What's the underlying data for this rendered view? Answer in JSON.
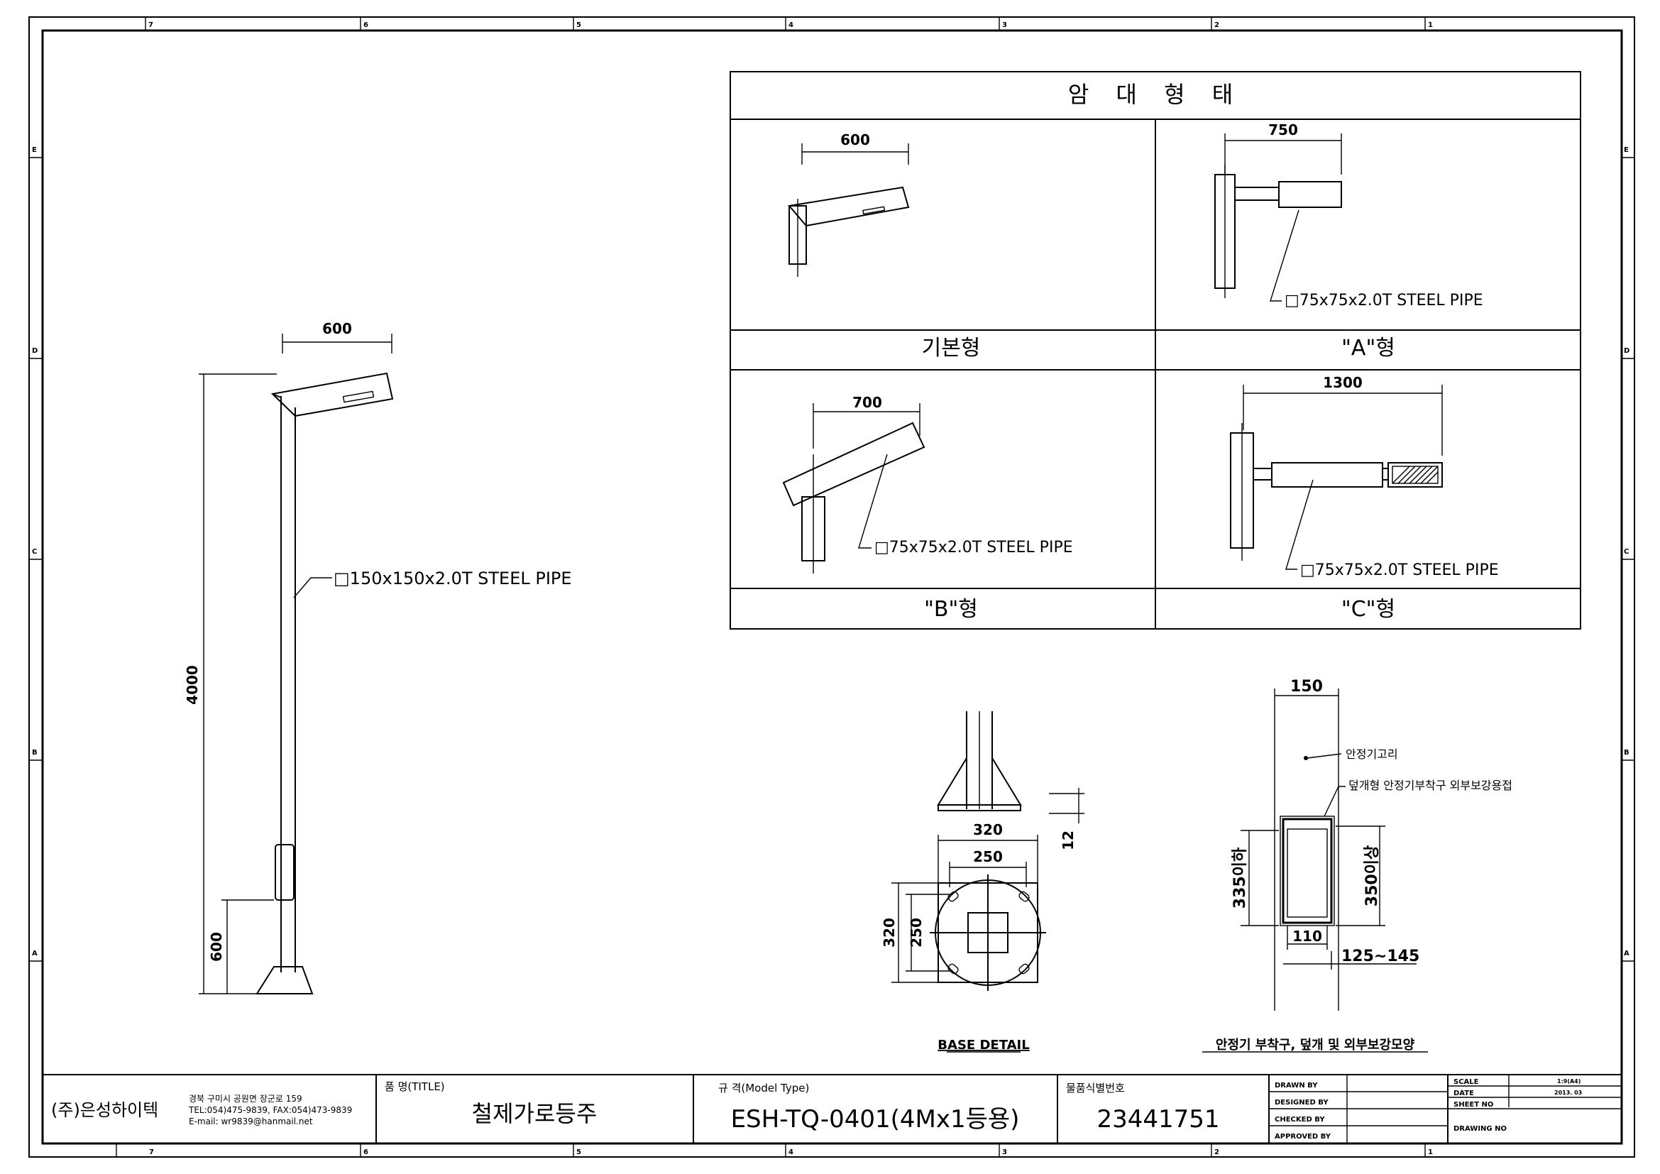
{
  "border": {
    "columns_top": [
      "7",
      "6",
      "5",
      "4",
      "3",
      "2",
      "1"
    ],
    "columns_bottom": [
      "7",
      "6",
      "5",
      "4",
      "3",
      "2",
      "1"
    ],
    "rows_left": [
      "E",
      "D",
      "C",
      "B",
      "A"
    ],
    "rows_right": [
      "E",
      "D",
      "C",
      "B",
      "A"
    ]
  },
  "pole": {
    "arm_dim": "600",
    "height_dim": "4000",
    "door_dim": "600",
    "pipe_label": "□150x150x2.0T STEEL PIPE"
  },
  "arm_table": {
    "title": "암 대 형 태",
    "basic": {
      "dim": "600",
      "name": "기본형"
    },
    "a": {
      "dim": "750",
      "pipe": "□75x75x2.0T STEEL PIPE",
      "name": "\"A\"형"
    },
    "b": {
      "dim": "700",
      "pipe": "□75x75x2.0T STEEL PIPE",
      "name": "\"B\"형"
    },
    "c": {
      "dim": "1300",
      "pipe": "□75x75x2.0T STEEL PIPE",
      "name": "\"C\"형"
    }
  },
  "base_detail": {
    "dim_320_top": "320",
    "dim_250_top": "250",
    "dim_12": "12",
    "dim_320_side": "320",
    "dim_250_side": "250",
    "caption": "BASE DETAIL"
  },
  "ballast_detail": {
    "dim_150": "150",
    "label_ring": "안정기고리",
    "label_cover": "덮개형 안정기부착구 외부보강용접",
    "dim_335": "335이하",
    "dim_350": "350이상",
    "dim_110": "110",
    "dim_125": "125~145",
    "caption": "안정기 부착구, 덮개 및 외부보강모양"
  },
  "title_block": {
    "company": "(주)은성하이텍",
    "address": "경북 구미시 공원면 장군로 159",
    "tel": "TEL:054)475-9839, FAX:054)473-9839",
    "email": "E-mail: wr9839@hanmail.net",
    "title_label": "품 명(TITLE)",
    "title_value": "철제가로등주",
    "model_label": "규 격(Model Type)",
    "model_value": "ESH-TQ-0401(4Mx1등용)",
    "id_label": "물품식별번호",
    "id_value": "23441751",
    "drawn_by": "DRAWN BY",
    "designed_by": "DESIGNED BY",
    "checked_by": "CHECKED BY",
    "approved_by": "APPROVED BY",
    "scale_label": "SCALE",
    "scale_value": "1:9(A4)",
    "date_label": "DATE",
    "date_value": "2013. 03",
    "sheet_label": "SHEET NO",
    "drawing_label": "DRAWING NO"
  }
}
